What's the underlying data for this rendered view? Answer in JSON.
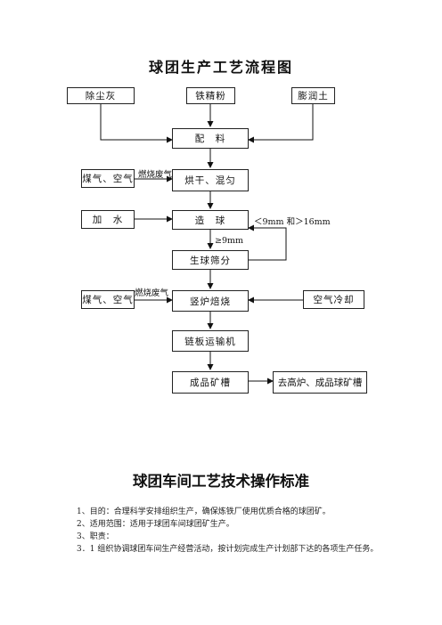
{
  "flowchart": {
    "title": "球团生产工艺流程图",
    "nodes": {
      "dust": "除尘灰",
      "iron": "铁精粉",
      "bentonite": "膨润土",
      "batching": "配　料",
      "gas1": "煤气、空气",
      "drying": "烘干、混匀",
      "water": "加　水",
      "balling": "造　球",
      "screening": "生球筛分",
      "gas2": "煤气、空气",
      "roasting": "竖炉焙烧",
      "aircool": "空气冷却",
      "conveyor": "链板运输机",
      "tank": "成品矿槽",
      "dest": "去高炉、成品球矿槽"
    },
    "labels": {
      "exhaust1": "燃烧废气",
      "exhaust2": "燃烧废气",
      "size_return": "＜9mm 和＞16mm",
      "size_pass": "≥9mm"
    }
  },
  "document": {
    "title": "球团车间工艺技术操作标准",
    "paragraphs": [
      "1、目的：合理科学安排组织生产，确保炼铁厂使用优质合格的球团矿。",
      "2、适用范围：适用于球团车间球团矿生产。",
      "3、职责：",
      "3．1 组织协调球团车间生产经营活动，按计划完成生产计划部下达的各项生产任务。"
    ]
  }
}
